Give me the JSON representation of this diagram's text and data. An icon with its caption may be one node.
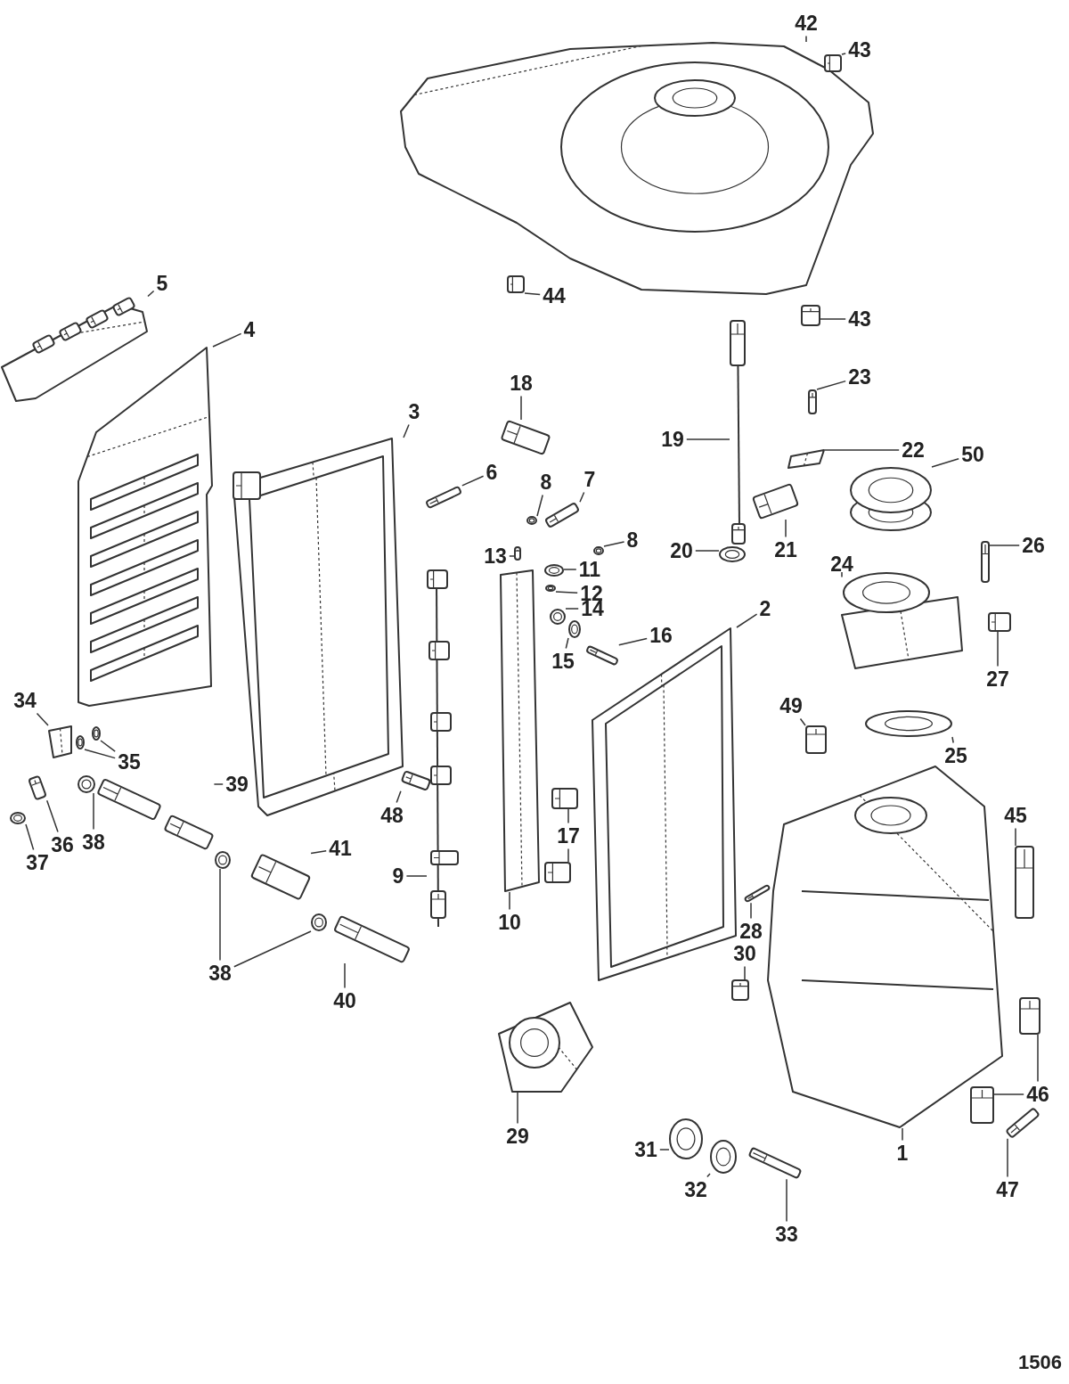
{
  "diagram": {
    "nodes": [
      {
        "text": [
          "42"
        ]
      },
      {
        "text": [
          "43"
        ]
      },
      {
        "text": [
          "5"
        ]
      },
      {
        "text": [
          "44"
        ]
      },
      {
        "text": [
          "43"
        ]
      },
      {
        "text": [
          "4"
        ]
      },
      {
        "text": [
          "18"
        ]
      },
      {
        "text": [
          "23"
        ]
      },
      {
        "text": [
          "3"
        ]
      },
      {
        "text": [
          "19"
        ]
      },
      {
        "text": [
          "22"
        ]
      },
      {
        "text": [
          "50"
        ]
      },
      {
        "text": [
          "6"
        ]
      },
      {
        "text": [
          "8"
        ]
      },
      {
        "text": [
          "7"
        ]
      },
      {
        "text": [
          "20"
        ]
      },
      {
        "text": [
          "21"
        ]
      },
      {
        "text": [
          "8"
        ]
      },
      {
        "text": [
          "13"
        ]
      },
      {
        "text": [
          "11"
        ]
      },
      {
        "text": [
          "26"
        ]
      },
      {
        "text": [
          "12"
        ]
      },
      {
        "text": [
          "14"
        ]
      },
      {
        "text": [
          "16"
        ]
      },
      {
        "text": [
          "2"
        ]
      },
      {
        "text": [
          "24"
        ]
      },
      {
        "text": [
          "15"
        ]
      },
      {
        "text": [
          "27"
        ]
      },
      {
        "text": [
          "34"
        ]
      },
      {
        "text": [
          "35"
        ]
      },
      {
        "text": [
          "49"
        ]
      },
      {
        "text": [
          "25"
        ]
      },
      {
        "text": [
          "45"
        ]
      },
      {
        "text": [
          "39"
        ]
      },
      {
        "text": [
          "48"
        ]
      },
      {
        "text": [
          "41"
        ]
      },
      {
        "text": [
          "37"
        ]
      },
      {
        "text": [
          "36"
        ]
      },
      {
        "text": [
          "38"
        ]
      },
      {
        "text": [
          "9"
        ]
      },
      {
        "text": [
          "17"
        ]
      },
      {
        "text": [
          "10"
        ]
      },
      {
        "text": [
          "28"
        ]
      },
      {
        "text": [
          "38"
        ]
      },
      {
        "text": [
          "30"
        ]
      },
      {
        "text": [
          "40"
        ]
      },
      {
        "text": [
          "46"
        ]
      },
      {
        "text": [
          "29"
        ]
      },
      {
        "text": [
          "31"
        ]
      },
      {
        "text": [
          "1"
        ]
      },
      {
        "text": [
          "32"
        ]
      },
      {
        "text": [
          "47"
        ]
      },
      {
        "text": [
          "33"
        ]
      },
      {
        "text": [],
        "shape": "picture"
      },
      {
        "text": [],
        "shape": "picture"
      },
      {
        "text": [],
        "shape": "picture"
      },
      {
        "text": [],
        "shape": "picture"
      },
      {
        "text": [],
        "shape": "picture"
      },
      {
        "text": [],
        "shape": "picture"
      },
      {
        "text": [],
        "shape": "picture"
      },
      {
        "text": [],
        "shape": "picture"
      },
      {
        "text": [],
        "shape": "picture"
      },
      {
        "text": [],
        "shape": "picture"
      },
      {
        "text": [],
        "shape": "picture"
      },
      {
        "text": [],
        "shape": "picture"
      },
      {
        "text": [],
        "shape": "picture"
      },
      {
        "text": [],
        "shape": "picture"
      },
      {
        "text": [],
        "shape": "picture"
      },
      {
        "text": [],
        "shape": "picture"
      },
      {
        "text": [],
        "shape": "picture"
      },
      {
        "text": [],
        "shape": "picture"
      },
      {
        "text": [],
        "shape": "picture"
      },
      {
        "text": [],
        "shape": "picture"
      },
      {
        "text": [],
        "shape": "picture"
      },
      {
        "text": [],
        "shape": "picture"
      },
      {
        "text": [],
        "shape": "picture"
      },
      {
        "text": [],
        "shape": "picture"
      },
      {
        "text": [],
        "shape": "picture"
      },
      {
        "text": [],
        "shape": "picture"
      },
      {
        "text": [],
        "shape": "picture"
      },
      {
        "text": [],
        "shape": "picture"
      },
      {
        "text": [],
        "shape": "picture"
      },
      {
        "text": [],
        "shape": "picture"
      },
      {
        "text": [],
        "shape": "picture"
      },
      {
        "text": [],
        "shape": "picture"
      },
      {
        "text": [],
        "shape": "picture"
      },
      {
        "text": [],
        "shape": "picture"
      },
      {
        "text": [],
        "shape": "picture"
      },
      {
        "text": [],
        "shape": "picture"
      },
      {
        "text": [],
        "shape": "picture"
      },
      {
        "text": [],
        "shape": "picture"
      },
      {
        "text": [],
        "shape": "picture"
      },
      {
        "text": [],
        "shape": "picture"
      },
      {
        "text": [],
        "shape": "picture"
      },
      {
        "text": [],
        "shape": "picture"
      },
      {
        "text": [],
        "shape": "picture"
      },
      {
        "text": [],
        "shape": "picture"
      },
      {
        "text": [],
        "shape": "picture"
      },
      {
        "text": [],
        "shape": "picture"
      },
      {
        "text": [],
        "shape": "picture"
      },
      {
        "text": [],
        "shape": "picture"
      },
      {
        "text": [],
        "shape": "picture"
      },
      {
        "text": [],
        "shape": "picture"
      },
      {
        "text": [],
        "shape": "picture"
      },
      {
        "text": [],
        "shape": "picture"
      },
      {
        "text": [],
        "shape": "picture"
      },
      {
        "text": [],
        "shape": "picture"
      },
      {
        "text": [],
        "shape": "picture"
      },
      {
        "text": [],
        "shape": "picture"
      },
      {
        "text": [],
        "shape": "picture"
      }
    ],
    "edges": [
      {
        "from": 0,
        "to": 53,
        "arrow": "none"
      },
      {
        "from": 1,
        "to": 54,
        "arrow": "none"
      },
      {
        "from": 2,
        "to": 55,
        "arrow": "none"
      },
      {
        "from": 3,
        "to": 56,
        "arrow": "none"
      },
      {
        "from": 4,
        "to": 57,
        "arrow": "none"
      },
      {
        "from": 5,
        "to": 58,
        "arrow": "none"
      },
      {
        "from": 6,
        "to": 59,
        "arrow": "none"
      },
      {
        "from": 7,
        "to": 60,
        "arrow": "none"
      },
      {
        "from": 8,
        "to": 61,
        "arrow": "none"
      },
      {
        "from": 9,
        "to": 62,
        "arrow": "none"
      },
      {
        "from": 10,
        "to": 63,
        "arrow": "none"
      },
      {
        "from": 11,
        "to": 64,
        "arrow": "none"
      },
      {
        "from": 12,
        "to": 65,
        "arrow": "none"
      },
      {
        "from": 13,
        "to": 66,
        "arrow": "none"
      },
      {
        "from": 14,
        "to": 67,
        "arrow": "none"
      },
      {
        "from": 15,
        "to": 68,
        "arrow": "none"
      },
      {
        "from": 16,
        "to": 69,
        "arrow": "none"
      },
      {
        "from": 17,
        "to": 70,
        "arrow": "none"
      },
      {
        "from": 18,
        "to": 71,
        "arrow": "none"
      },
      {
        "from": 19,
        "to": 72,
        "arrow": "none"
      },
      {
        "from": 20,
        "to": 73,
        "arrow": "none"
      },
      {
        "from": 21,
        "to": 74,
        "arrow": "none"
      },
      {
        "from": 22,
        "to": 75,
        "arrow": "none"
      },
      {
        "from": 23,
        "to": 76,
        "arrow": "none"
      },
      {
        "from": 24,
        "to": 77,
        "arrow": "none"
      },
      {
        "from": 25,
        "to": 78,
        "arrow": "none"
      },
      {
        "from": 26,
        "to": 79,
        "arrow": "none"
      },
      {
        "from": 27,
        "to": 80,
        "arrow": "none"
      },
      {
        "from": 28,
        "to": 81,
        "arrow": "none"
      },
      {
        "from": 29,
        "to": 82,
        "arrow": "none"
      },
      {
        "from": 29,
        "to": 83,
        "arrow": "none"
      },
      {
        "from": 30,
        "to": 84,
        "arrow": "none"
      },
      {
        "from": 31,
        "to": 85,
        "arrow": "none"
      },
      {
        "from": 32,
        "to": 86,
        "arrow": "none"
      },
      {
        "from": 33,
        "to": 87,
        "arrow": "none"
      },
      {
        "from": 34,
        "to": 88,
        "arrow": "none"
      },
      {
        "from": 35,
        "to": 89,
        "arrow": "none"
      },
      {
        "from": 36,
        "to": 90,
        "arrow": "none"
      },
      {
        "from": 37,
        "to": 91,
        "arrow": "none"
      },
      {
        "from": 38,
        "to": 92,
        "arrow": "none"
      },
      {
        "from": 39,
        "to": 93,
        "arrow": "none"
      },
      {
        "from": 40,
        "to": 94,
        "arrow": "none"
      },
      {
        "from": 40,
        "to": 95,
        "arrow": "none"
      },
      {
        "from": 41,
        "to": 96,
        "arrow": "none"
      },
      {
        "from": 42,
        "to": 97,
        "arrow": "none"
      },
      {
        "from": 43,
        "to": 98,
        "arrow": "none"
      },
      {
        "from": 43,
        "to": 99,
        "arrow": "none"
      },
      {
        "from": 44,
        "to": 100,
        "arrow": "none"
      },
      {
        "from": 45,
        "to": 101,
        "arrow": "none"
      },
      {
        "from": 46,
        "to": 102,
        "arrow": "none"
      },
      {
        "from": 46,
        "to": 103,
        "arrow": "none"
      },
      {
        "from": 47,
        "to": 104,
        "arrow": "none"
      },
      {
        "from": 48,
        "to": 105,
        "arrow": "none"
      },
      {
        "from": 49,
        "to": 106,
        "arrow": "none"
      },
      {
        "from": 50,
        "to": 107,
        "arrow": "none"
      },
      {
        "from": 51,
        "to": 108,
        "arrow": "none"
      },
      {
        "from": 52,
        "to": 109,
        "arrow": "none"
      }
    ],
    "labels": [
      "1506"
    ]
  }
}
